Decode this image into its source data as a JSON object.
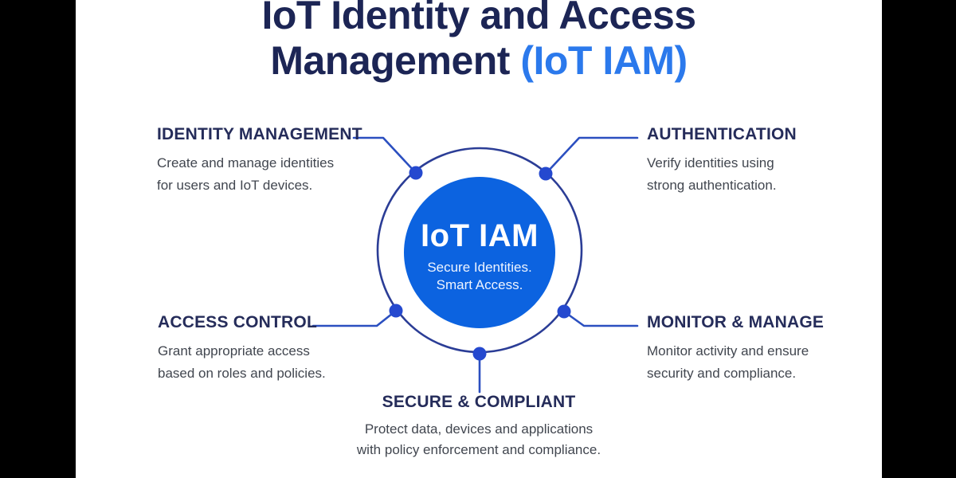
{
  "page": {
    "title_line1": "IoT Identity and Access",
    "title_line2_prefix": "Management ",
    "title_line2_accent": "(IoT IAM)"
  },
  "center_badge": {
    "title": "IoT IAM",
    "subtitle_line1": "Secure Identities.",
    "subtitle_line2": "Smart Access."
  },
  "sections": [
    {
      "label": "IDENTITY MANAGEMENT",
      "line1": "Create and manage identities",
      "line2": "for users and IoT devices."
    },
    {
      "label": "AUTHENTICATION",
      "line1": "Verify identities using",
      "line2": "strong authentication."
    },
    {
      "label": "ACCESS CONTROL",
      "line1": "Grant appropriate access",
      "line2": "based on roles and policies."
    },
    {
      "label": "MONITOR & MANAGE",
      "line1": "Monitor activity and ensure",
      "line2": "security and compliance."
    },
    {
      "label": "SECURE & COMPLIANT",
      "line1": "Protect data, devices and applications",
      "line2": "with policy enforcement and compliance."
    }
  ],
  "colors": {
    "letterbox": "#000000",
    "canvas": "#ffffff",
    "title_navy": "#1c2555",
    "accent_blue": "#2b79ec",
    "heading_navy": "#252c5a",
    "description_gray": "#41464f",
    "circle_fill": "#0c63e0",
    "circle_text": "#ffffff",
    "ring_stroke": "#2b3d96",
    "connector_stroke": "#2b4fc0",
    "node_fill": "#2549cf"
  }
}
